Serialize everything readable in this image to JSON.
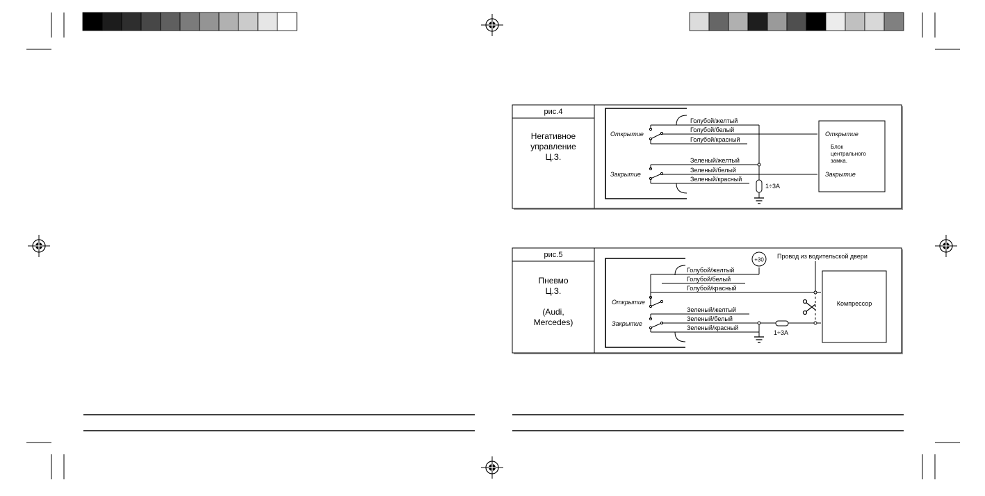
{
  "color_bars": {
    "left": [
      "#000000",
      "#1c1c1c",
      "#2e2e2e",
      "#474747",
      "#5f5f5f",
      "#7b7b7b",
      "#949494",
      "#b1b1b1",
      "#cbcbcb",
      "#e6e6e6",
      "#ffffff"
    ],
    "right": [
      "#dcdcdc",
      "#666666",
      "#b0b0b0",
      "#1e1e1e",
      "#9a9a9a",
      "#4f4f4f",
      "#000000",
      "#ececec",
      "#c0c0c0",
      "#d8d8d8",
      "#808080"
    ]
  },
  "fig4": {
    "caption": "рис.4",
    "desc": [
      "Негативное",
      "управление",
      "Ц.З."
    ],
    "open_label": "Открытие",
    "close_label": "Закрытие",
    "wires_open": [
      "Голубой/желтый",
      "Голубой/белый",
      "Голубой/красный"
    ],
    "wires_close": [
      "Зеленый/желтый",
      "Зеленый/белый",
      "Зеленый/красный"
    ],
    "fuse_label": "1÷3А",
    "unit_open": "Открытие",
    "unit_name": [
      "Блок",
      "центрального",
      "замка."
    ],
    "unit_close": "Закрытие"
  },
  "fig5": {
    "caption": "рис.5",
    "desc": [
      "Пневмо",
      "Ц.З.",
      "",
      "(Audi,",
      "Mercedes)"
    ],
    "plus_label": "+30",
    "door_wire_label": "Провод из водительской двери",
    "open_label": "Открытие",
    "close_label": "Закрытие",
    "wires_open": [
      "Голубой/желтый",
      "Голубой/белый",
      "Голубой/красный"
    ],
    "wires_close": [
      "Зеленый/желтый",
      "Зеленый/белый",
      "Зеленый/красный"
    ],
    "fuse_label": "1÷3А",
    "compressor_label": "Компрессор"
  }
}
